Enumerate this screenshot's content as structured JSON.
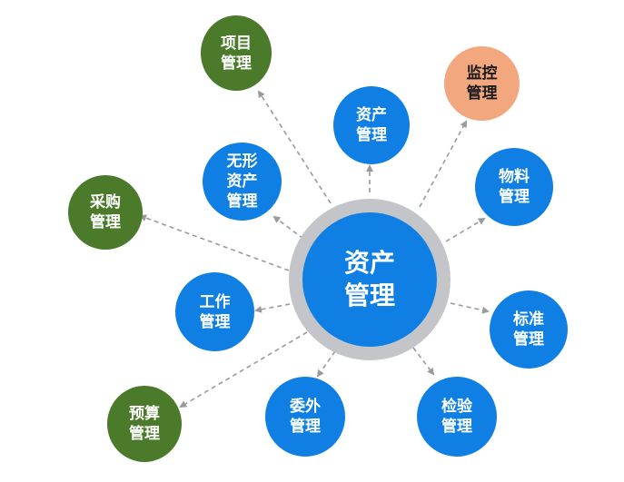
{
  "center": {
    "line1": "资产",
    "line2": "管理",
    "color": "#0f7fe3",
    "ring_color": "#c3c5c8"
  },
  "nodes": {
    "xiangmu": {
      "lines": [
        "项目",
        "管理"
      ],
      "color": "#4b7a2a"
    },
    "jiankong": {
      "lines": [
        "监控",
        "管理"
      ],
      "color": "#f2a77f"
    },
    "zichan": {
      "lines": [
        "资产",
        "管理"
      ],
      "color": "#0f7fe3"
    },
    "wuxing": {
      "lines": [
        "无形",
        "资产",
        "管理"
      ],
      "color": "#0f7fe3"
    },
    "wuliao": {
      "lines": [
        "物料",
        "管理"
      ],
      "color": "#0f7fe3"
    },
    "caigou": {
      "lines": [
        "采购",
        "管理"
      ],
      "color": "#4b7a2a"
    },
    "gongzuo": {
      "lines": [
        "工作",
        "管理"
      ],
      "color": "#0f7fe3"
    },
    "biaozhun": {
      "lines": [
        "标准",
        "管理"
      ],
      "color": "#0f7fe3"
    },
    "yusuan": {
      "lines": [
        "预算",
        "管理"
      ],
      "color": "#4b7a2a"
    },
    "weiwai": {
      "lines": [
        "委外",
        "管理"
      ],
      "color": "#0f7fe3"
    },
    "jianyan": {
      "lines": [
        "检验",
        "管理"
      ],
      "color": "#0f7fe3"
    }
  },
  "connector_color": "#9a9a9a"
}
